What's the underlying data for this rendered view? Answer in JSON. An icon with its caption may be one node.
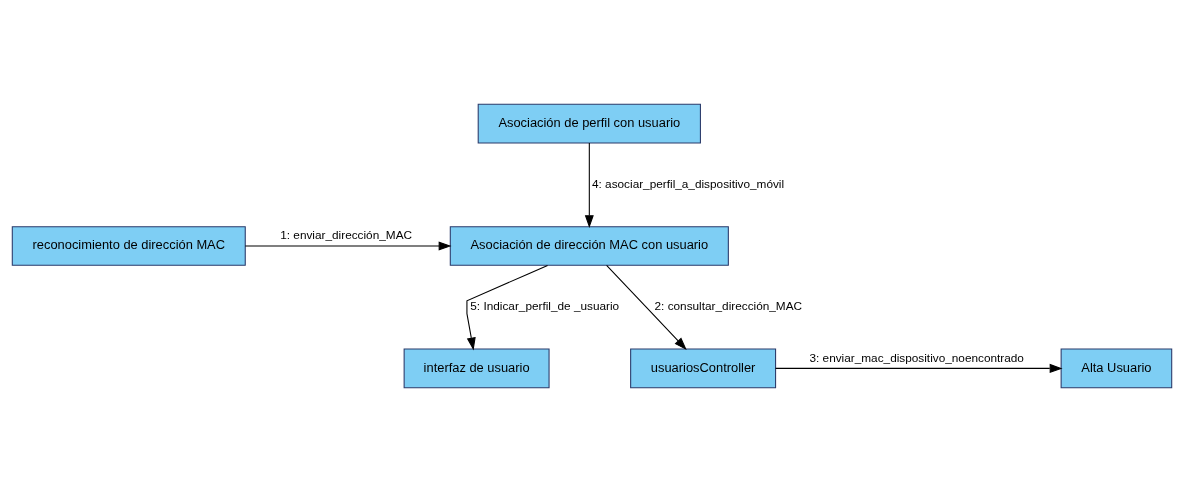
{
  "diagram": {
    "nodes": [
      {
        "text": [
          "reconocimiento de dirección MAC"
        ]
      },
      {
        "text": [
          "Asociación de dirección MAC con usuario"
        ]
      },
      {
        "text": [
          "Asociación de perfil con usuario"
        ]
      },
      {
        "text": [
          "interfaz de usuario"
        ]
      },
      {
        "text": [
          "usuariosController"
        ]
      },
      {
        "text": [
          "Alta Usuario"
        ]
      }
    ],
    "edges": [
      {
        "from": 0,
        "to": 1,
        "arrow": "to",
        "label": "1: enviar_dirección_MAC"
      },
      {
        "from": 1,
        "to": 4,
        "arrow": "to",
        "label": "2: consultar_dirección_MAC"
      },
      {
        "from": 4,
        "to": 5,
        "arrow": "to",
        "label": "3: enviar_mac_dispositivo_noencontrado"
      },
      {
        "from": 2,
        "to": 1,
        "arrow": "to",
        "label": "4: asociar_perfil_a_dispositivo_móvil"
      },
      {
        "from": 1,
        "to": 3,
        "arrow": "to",
        "label": "5: Indicar_perfil_de _usuario"
      }
    ]
  }
}
